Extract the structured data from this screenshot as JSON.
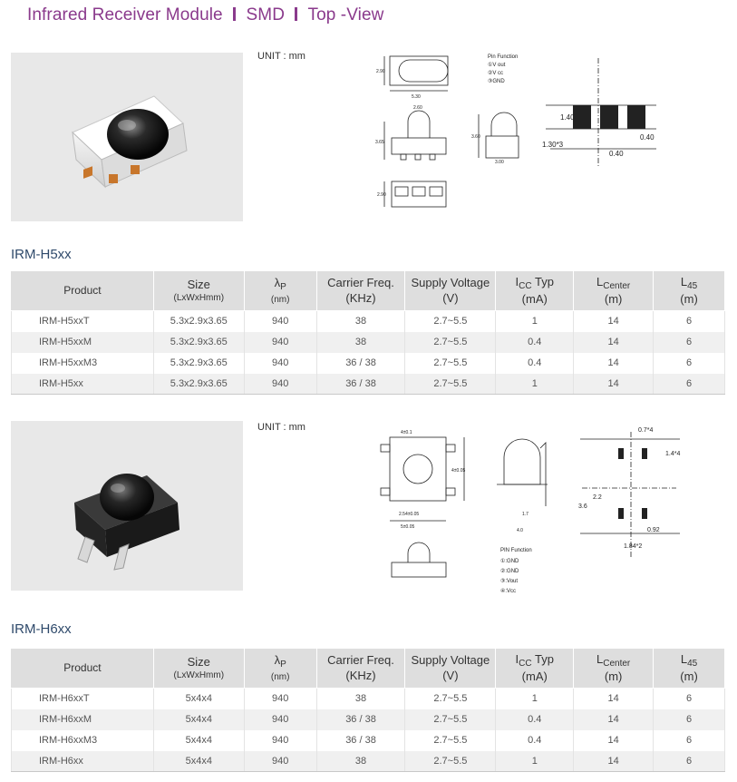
{
  "header": {
    "part1": "Infrared Receiver Module",
    "part2": "SMD",
    "part3": "Top -View"
  },
  "section1": {
    "unit": "UNIT : mm",
    "title": "IRM-H5xx",
    "drawing": {
      "pin_function_title": "Pin Function",
      "pins": [
        "①V out",
        "②V cc",
        "③GND"
      ],
      "dims": [
        "2.90",
        "5.30",
        "2.60",
        "3.65",
        "3.60",
        "1.40",
        "0.40",
        "1.30*3",
        "0.40",
        "2.90",
        "3.00"
      ]
    }
  },
  "section2": {
    "unit": "UNIT : mm",
    "title": "IRM-H6xx",
    "drawing": {
      "pin_function_title": "PIN Function",
      "pins": [
        "①:GND",
        "②:GND",
        "③:Vout",
        "④:Vcc"
      ],
      "dims": [
        "4±0.1",
        "4±0.05",
        "2.54±0.05",
        "5±0.05",
        "0.7*4",
        "1.4*4",
        "3.6",
        "2.2",
        "0.92",
        "1.84*2",
        "1.7",
        "4.0"
      ]
    }
  },
  "table_headers": {
    "product": "Product",
    "size": "Size",
    "size_sub": "(LxWxHmm)",
    "lambda": "λ",
    "lambda_sub": "P",
    "lambda_unit": "(nm)",
    "carrier": "Carrier Freq.",
    "carrier_unit": "(KHz)",
    "supply": "Supply Voltage",
    "supply_unit": "(V)",
    "icc": "I",
    "icc_sub": "CC",
    "icc_rest": " Typ",
    "icc_unit": "(mA)",
    "lcenter": "L",
    "lcenter_sub": "Center",
    "lcenter_unit": "(m)",
    "l45": "L",
    "l45_sub": "45",
    "l45_unit": "(m)"
  },
  "table1": [
    {
      "product": "IRM-H5xxT",
      "size": "5.3x2.9x3.65",
      "lambda": "940",
      "carrier": "38",
      "supply": "2.7~5.5",
      "icc": "1",
      "lcenter": "14",
      "l45": "6"
    },
    {
      "product": "IRM-H5xxM",
      "size": "5.3x2.9x3.65",
      "lambda": "940",
      "carrier": "38",
      "supply": "2.7~5.5",
      "icc": "0.4",
      "lcenter": "14",
      "l45": "6"
    },
    {
      "product": "IRM-H5xxM3",
      "size": "5.3x2.9x3.65",
      "lambda": "940",
      "carrier": "36 / 38",
      "supply": "2.7~5.5",
      "icc": "0.4",
      "lcenter": "14",
      "l45": "6"
    },
    {
      "product": "IRM-H5xx",
      "size": "5.3x2.9x3.65",
      "lambda": "940",
      "carrier": "36 / 38",
      "supply": "2.7~5.5",
      "icc": "1",
      "lcenter": "14",
      "l45": "6"
    }
  ],
  "table2": [
    {
      "product": "IRM-H6xxT",
      "size": "5x4x4",
      "lambda": "940",
      "carrier": "38",
      "supply": "2.7~5.5",
      "icc": "1",
      "lcenter": "14",
      "l45": "6"
    },
    {
      "product": "IRM-H6xxM",
      "size": "5x4x4",
      "lambda": "940",
      "carrier": "36 / 38",
      "supply": "2.7~5.5",
      "icc": "0.4",
      "lcenter": "14",
      "l45": "6"
    },
    {
      "product": "IRM-H6xxM3",
      "size": "5x4x4",
      "lambda": "940",
      "carrier": "36 / 38",
      "supply": "2.7~5.5",
      "icc": "0.4",
      "lcenter": "14",
      "l45": "6"
    },
    {
      "product": "IRM-H6xx",
      "size": "5x4x4",
      "lambda": "940",
      "carrier": "38",
      "supply": "2.7~5.5",
      "icc": "1",
      "lcenter": "14",
      "l45": "6"
    }
  ]
}
